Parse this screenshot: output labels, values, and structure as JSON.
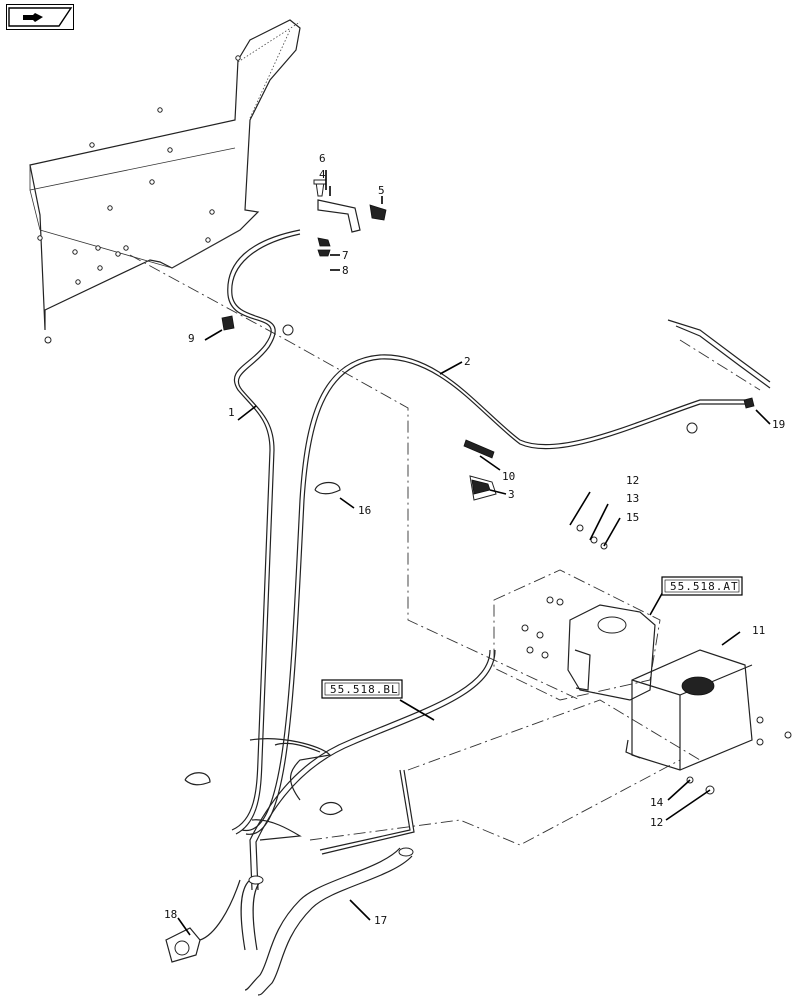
{
  "nav": {
    "icon": "forward-arrow-icon"
  },
  "callouts": [
    {
      "id": "c1",
      "text": "1"
    },
    {
      "id": "c2",
      "text": "2"
    },
    {
      "id": "c3",
      "text": "3"
    },
    {
      "id": "c4",
      "text": "4"
    },
    {
      "id": "c5",
      "text": "5"
    },
    {
      "id": "c6",
      "text": "6"
    },
    {
      "id": "c7",
      "text": "7"
    },
    {
      "id": "c8",
      "text": "8"
    },
    {
      "id": "c9",
      "text": "9"
    },
    {
      "id": "c10",
      "text": "10"
    },
    {
      "id": "c11",
      "text": "11"
    },
    {
      "id": "c12a",
      "text": "12"
    },
    {
      "id": "c13",
      "text": "13"
    },
    {
      "id": "c15",
      "text": "15"
    },
    {
      "id": "c14",
      "text": "14"
    },
    {
      "id": "c12b",
      "text": "12"
    },
    {
      "id": "c16",
      "text": "16"
    },
    {
      "id": "c17",
      "text": "17"
    },
    {
      "id": "c18",
      "text": "18"
    },
    {
      "id": "c19",
      "text": "19"
    }
  ],
  "references": {
    "ref_at": "55.518.AT",
    "ref_bl": "55.518.BL"
  }
}
